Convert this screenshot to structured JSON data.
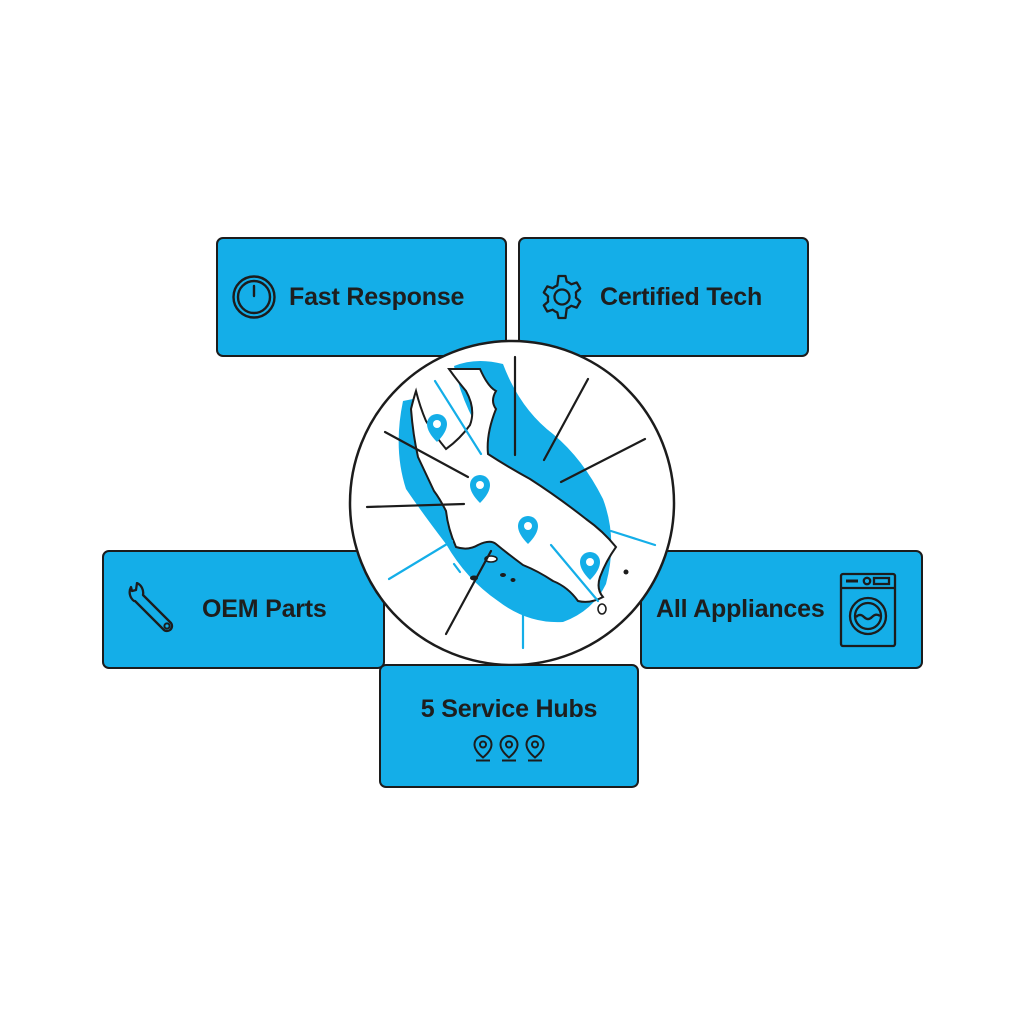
{
  "theme": {
    "card_fill": "#14aee8",
    "card_border": "#1c1c1c",
    "text_color": "#1e1e1e",
    "map_accent": "#14aee8",
    "background": "#ffffff"
  },
  "features": {
    "fast_response": {
      "label": "Fast Response",
      "icon": "clock-icon"
    },
    "certified_tech": {
      "label": "Certified Tech",
      "icon": "gear-icon"
    },
    "oem_parts": {
      "label": "OEM Parts",
      "icon": "wrench-icon"
    },
    "all_appliances": {
      "label": "All Appliances",
      "icon": "washing-machine-icon"
    },
    "service_hubs": {
      "label": "5 Service Hubs",
      "icon": "location-pin-icon",
      "pin_count": 3
    }
  },
  "map": {
    "region": "California",
    "marker_count": 4,
    "marker_icon": "location-pin-icon"
  }
}
